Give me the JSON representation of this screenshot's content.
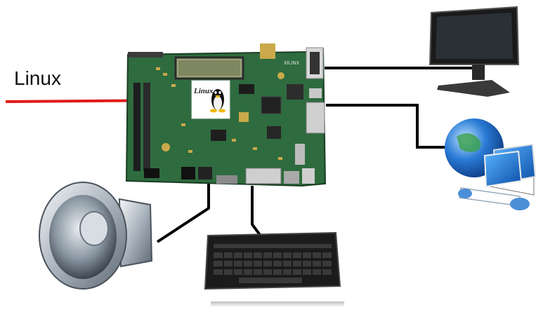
{
  "diagram": {
    "arrow_label": "Linux",
    "board_logo_text": "Linux",
    "board_brand_text": "XILINX",
    "colors": {
      "arrow": "#e01b1b",
      "cable": "#000000",
      "board": "#2e6b3e",
      "board_dark": "#1f4b2b"
    },
    "nodes": [
      {
        "name": "fpga-board",
        "icon": "circuit-board-icon"
      },
      {
        "name": "monitor",
        "icon": "monitor-icon"
      },
      {
        "name": "network",
        "icon": "globe-laptop-network-icon"
      },
      {
        "name": "speaker",
        "icon": "speaker-icon"
      },
      {
        "name": "keyboard",
        "icon": "keyboard-icon"
      }
    ]
  }
}
